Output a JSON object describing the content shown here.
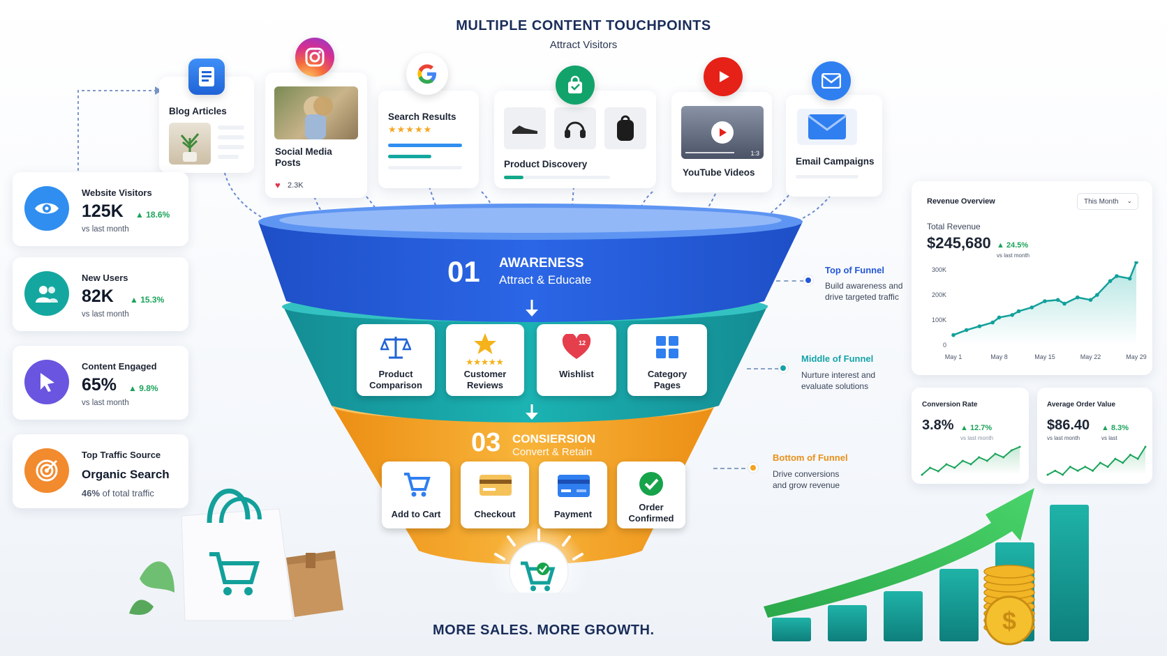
{
  "header": {
    "title": "MULTIPLE CONTENT TOUCHPOINTS",
    "subtitle": "Attract Visitors"
  },
  "touchpoints": [
    {
      "label": "Blog Articles",
      "icon": "document-icon"
    },
    {
      "label": "Social Media Posts",
      "icon": "instagram-icon",
      "likes": "2.3K"
    },
    {
      "label": "Search Results",
      "icon": "google-icon",
      "rating": "★★★★★"
    },
    {
      "label": "Product Discovery",
      "icon": "shopping-bag-icon"
    },
    {
      "label": "YouTube Videos",
      "icon": "youtube-icon",
      "video_time": "1:3"
    },
    {
      "label": "Email Campaigns",
      "icon": "email-icon"
    }
  ],
  "metrics": [
    {
      "label": "Website Visitors",
      "value": "125K",
      "delta": "18.6%",
      "sub": "vs last month",
      "icon": "eye-icon",
      "color": "#2f8ef0"
    },
    {
      "label": "New Users",
      "value": "82K",
      "delta": "15.3%",
      "sub": "vs last month",
      "icon": "users-icon",
      "color": "#14a7a0"
    },
    {
      "label": "Content Engaged",
      "value": "65%",
      "delta": "9.8%",
      "sub": "vs last month",
      "icon": "cursor-icon",
      "color": "#6a55e0"
    },
    {
      "label": "Top Traffic Source",
      "value": "Organic Search",
      "sub_strong": "46%",
      "sub": "of total traffic",
      "icon": "target-icon",
      "color": "#f28a2e"
    }
  ],
  "funnel": {
    "stage1": {
      "number": "01",
      "title": "AWARENESS",
      "subtitle": "Attract & Educate",
      "color": "#2457d6"
    },
    "stage2": {
      "color": "#16a3a8",
      "tiles": [
        {
          "label1": "Product",
          "label2": "Comparison",
          "icon": "scale-icon"
        },
        {
          "label1": "Customer",
          "label2": "Reviews",
          "icon": "star-icon"
        },
        {
          "label1": "Wishlist",
          "label2": "",
          "icon": "heart-icon",
          "badge": "12"
        },
        {
          "label1": "Category",
          "label2": "Pages",
          "icon": "grid-icon"
        }
      ]
    },
    "stage3": {
      "number": "03",
      "title": "CONSIERSION",
      "subtitle": "Convert & Retain",
      "color": "#f5a21f",
      "tiles": [
        {
          "label1": "Add to Cart",
          "label2": "",
          "icon": "cart-icon"
        },
        {
          "label1": "Checkout",
          "label2": "",
          "icon": "card-icon"
        },
        {
          "label1": "Payment",
          "label2": "",
          "icon": "payment-icon"
        },
        {
          "label1": "Order",
          "label2": "Confirmed",
          "icon": "check-icon"
        }
      ]
    }
  },
  "side_notes": [
    {
      "title": "Top of Funnel",
      "line1": "Build awareness and",
      "line2": "drive targeted traffic",
      "color": "#2457d6"
    },
    {
      "title": "Middle of Funnel",
      "line1": "Nurture interest and",
      "line2": "evaluate solutions",
      "color": "#16a3a8"
    },
    {
      "title": "Bottom of Funnel",
      "line1": "Drive conversions",
      "line2": "and grow revenue",
      "color": "#f5a21f"
    }
  ],
  "footer": {
    "tagline": "MORE SALES. MORE GROWTH."
  },
  "revenue": {
    "title": "Revenue Overview",
    "period": "This Month",
    "total_label": "Total Revenue",
    "total_value": "$245,680",
    "delta": "24.5%",
    "delta_sub": "vs last month"
  },
  "chart_data": [
    {
      "type": "area",
      "title": "Revenue Overview",
      "x_ticks": [
        "May 1",
        "May 8",
        "May 15",
        "May 22",
        "May 29"
      ],
      "y_ticks": [
        "300K",
        "200K",
        "100K",
        "0"
      ],
      "ylim": [
        0,
        300000
      ],
      "x": [
        1,
        3,
        5,
        7,
        8,
        10,
        11,
        13,
        15,
        17,
        18,
        20,
        22,
        23,
        25,
        26,
        28,
        29
      ],
      "values": [
        40000,
        60000,
        75000,
        90000,
        110000,
        120000,
        135000,
        150000,
        175000,
        180000,
        165000,
        190000,
        180000,
        200000,
        255000,
        275000,
        265000,
        330000
      ],
      "grid": false
    },
    {
      "type": "line",
      "title": "Conversion Rate",
      "value": "3.8%",
      "delta": "12.7%",
      "sub": "vs last month",
      "values": [
        2,
        4,
        3,
        5,
        4,
        6,
        5,
        7,
        6,
        8,
        7,
        9,
        10
      ],
      "grid": false
    },
    {
      "type": "line",
      "title": "Average Order Value",
      "value": "$86.40",
      "delta": "8.3%",
      "sub": "vs last",
      "values": [
        2,
        3,
        2,
        4,
        3,
        4,
        3,
        5,
        4,
        6,
        5,
        7,
        6,
        9
      ],
      "grid": false
    }
  ],
  "colors": {
    "blue": "#2457d6",
    "teal": "#16a3a8",
    "orange": "#f5a21f",
    "green": "#1aa35a",
    "navy": "#1a2d5a"
  }
}
